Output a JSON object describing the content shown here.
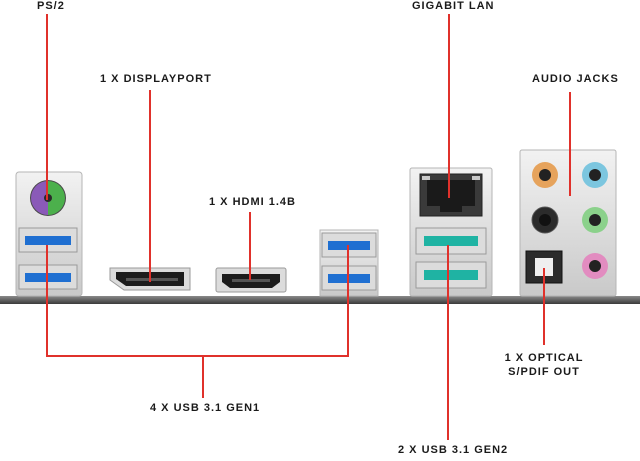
{
  "labels": {
    "ps2": "PS/2",
    "displayport": "1 X DISPLAYPORT",
    "hdmi": "1 X HDMI 1.4B",
    "gigabit_lan": "GIGABIT LAN",
    "audio_jacks": "AUDIO JACKS",
    "optical_line1": "1 X OPTICAL",
    "optical_line2": "S/PDIF OUT",
    "usb31_gen1": "4 X USB 3.1 GEN1",
    "usb31_gen2": "2 X USB 3.1 GEN2"
  },
  "colors": {
    "leader_line": "#e0312b",
    "usb_gen1_blue": "#1f6fd1",
    "usb_gen2_teal": "#1fb3a3",
    "ps2_purple": "#8a5ab8",
    "ps2_green": "#4cb04c",
    "audio_orange": "#e6a35c",
    "audio_blue": "#7cc6df",
    "audio_black": "#2b2b2b",
    "audio_green": "#8bd18b",
    "audio_pink": "#e28cc0"
  }
}
